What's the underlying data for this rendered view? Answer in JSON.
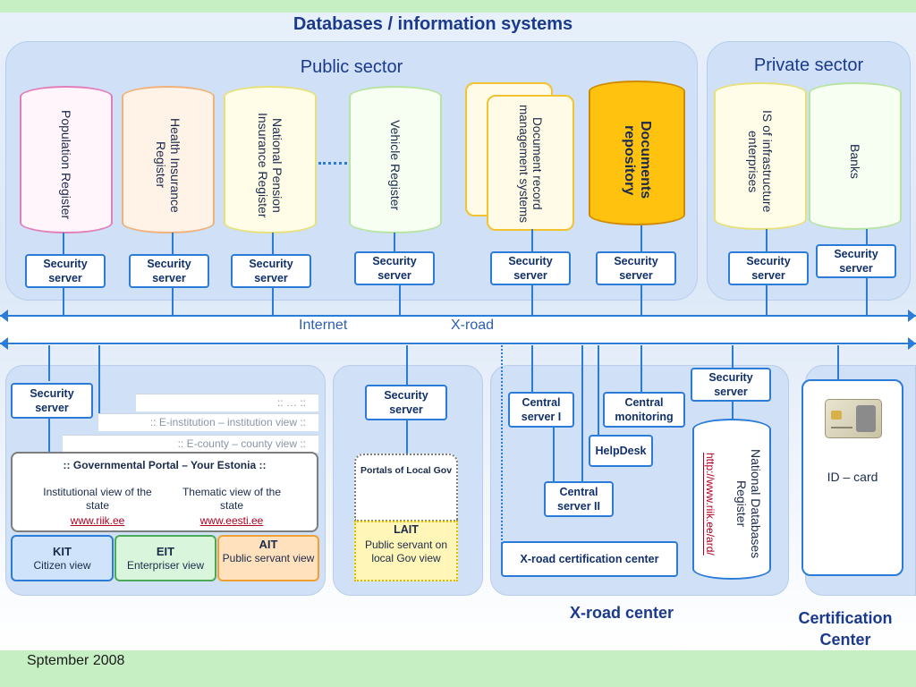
{
  "title": "Databases / information systems",
  "public_sector": {
    "title": "Public sector",
    "registers": [
      "Population Register",
      "Health Insurance Register",
      "National Pension Insurance Register",
      "Vehicle Register"
    ],
    "doc_mgmt": "Document record management systems",
    "doc_repo": "Documents repository"
  },
  "private_sector": {
    "title": "Private sector",
    "items": [
      "IS of infrastructure enterprises",
      "Banks"
    ]
  },
  "security_server": "Security server",
  "network": {
    "internet": "Internet",
    "xroad": "X-road"
  },
  "gov_portal": {
    "tab1": "::    …    ::",
    "tab2": ":: E-institution – institution view ::",
    "tab3": ":: E-county – county view ::",
    "title": ":: Governmental Portal – Your Estonia ::",
    "inst_view": "Institutional view of the state",
    "inst_link": "www.riik.ee",
    "thematic_view": "Thematic view of the state",
    "thematic_link": "www.eesti.ee"
  },
  "views": [
    {
      "abbr": "KIT",
      "label": "Citizen view"
    },
    {
      "abbr": "EIT",
      "label": "Enterpriser view"
    },
    {
      "abbr": "AIT",
      "label": "Public servant view"
    }
  ],
  "local_gov": {
    "portals": "Portals of Local Gov",
    "lait_abbr": "LAIT",
    "lait_label": "Public servant on local Gov view"
  },
  "xroad_center": {
    "central_server_1": "Central server I",
    "central_monitoring": "Central monitoring",
    "helpdesk": "HelpDesk",
    "central_server_2": "Central server II",
    "certification_center": "X-road certification center",
    "ndr_title": "National Databases Register",
    "ndr_link": "http://www.riik.ee/ard/",
    "label": "X-road center"
  },
  "cert_center": {
    "id_card": "ID – card",
    "label": "Certification Center"
  },
  "footer": "Sptember 2008"
}
